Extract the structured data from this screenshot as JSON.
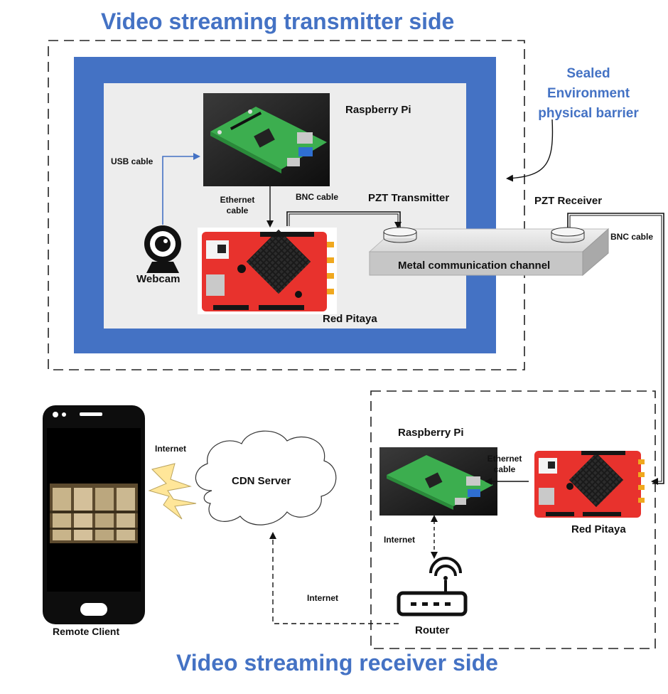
{
  "diagram": {
    "transmitter_title": "Video streaming transmitter side",
    "receiver_title": "Video streaming receiver side",
    "barrier_label": [
      "Sealed",
      "Environment",
      "physical barrier"
    ],
    "tx": {
      "raspberry_pi": "Raspberry Pi",
      "usb_cable": "USB cable",
      "ethernet_cable": [
        "Ethernet",
        "cable"
      ],
      "bnc_cable": "BNC cable",
      "pzt_transmitter": "PZT Transmitter",
      "webcam": "Webcam",
      "red_pitaya": "Red Pitaya",
      "metal_channel": "Metal communication channel"
    },
    "rx": {
      "pzt_receiver": "PZT Receiver",
      "bnc_cable": "BNC cable",
      "raspberry_pi": "Raspberry Pi",
      "ethernet_cable": [
        "Ethernet",
        "cable"
      ],
      "red_pitaya": "Red Pitaya",
      "internet_pi_router": "Internet",
      "router": "Router",
      "internet_router_cdn": "Internet",
      "cdn_server": "CDN Server",
      "internet_client": "Internet",
      "remote_client": "Remote Client"
    },
    "colors": {
      "blue_frame": "#4472C4",
      "inner_panel": "#EDEDED",
      "pitaya_red": "#E8322D",
      "connector_gold": "#F0A81E",
      "lightning": "#FFE699"
    },
    "icons": [
      "webcam-icon",
      "router-icon",
      "lightning-icon",
      "cloud-icon",
      "smartphone-icon"
    ]
  }
}
